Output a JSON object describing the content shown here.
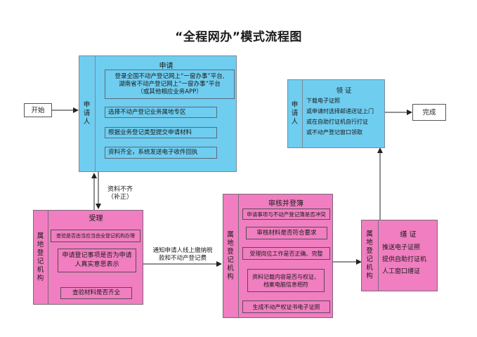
{
  "title": "“全程网办”模式流程图",
  "start": "开始",
  "finish": "完成",
  "apply": {
    "side_label": "申请人",
    "header": "申请",
    "login_lines": [
      "登录全国不动产登记网上“一窗办事”平台,",
      "湖南省不动产登记网上“一窗办事”平台",
      "（或其他相应业务APP）"
    ],
    "step2": "选择不动产登记业务属地专区",
    "step3": "根据业务登记类型提交申请材料",
    "step4": "资料齐全，系统发送电子收件回执"
  },
  "incomplete_note": {
    "line1": "资料不齐",
    "line2": "（补正）"
  },
  "accept": {
    "side_label": "属地登记机构",
    "header": "受理",
    "step1": "查验是否由当应当由全登记机构办理",
    "step2": "申请登记事项是否为申请人真实意思表示",
    "step3": "查验材料是否齐全"
  },
  "notify_note": {
    "line1": "通知申请人线上缴纳税",
    "line2": "款和不动产登记费"
  },
  "review": {
    "side_label": "属地登记机构",
    "header": "审核并登簿",
    "step1": "申请事项与不动产登记簿是否冲突",
    "step2": "审核材料是否符合要求",
    "step3": "受理岗位工作是否正确、完整",
    "step4": "资料记载内容是否与权证、档案电脑信息相符",
    "step5": "生成不动产权证书电子证照"
  },
  "issue": {
    "side_label": "属地登记机构",
    "header": "缮 证",
    "lines": [
      "推送电子证照",
      "提供自助打证机",
      "人工窗口缮证"
    ]
  },
  "receive": {
    "side_label": "申请人",
    "header": "领 证",
    "lines": [
      "下载电子证照",
      "或申请时选择邮递送证上门",
      "或在自助打证机自行打证",
      "或不动产登记窗口领取"
    ]
  }
}
